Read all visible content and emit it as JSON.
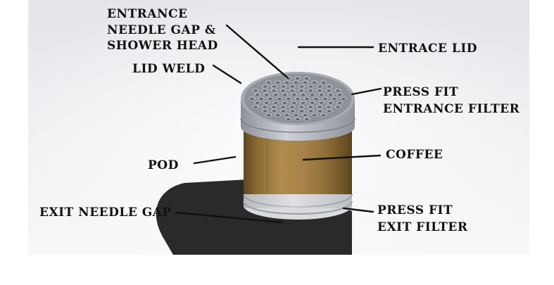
{
  "diagram": {
    "labels": {
      "entrance_needle_gap_line1": "ENTRANCE",
      "entrance_needle_gap_line2": "NEEDLE GAP &",
      "entrance_needle_gap_line3": "SHOWER HEAD",
      "lid_weld": "LID WELD",
      "entrance_lid": "ENTRACE LID",
      "press_fit_entrance_filter_line1": "PRESS FIT",
      "press_fit_entrance_filter_line2": "ENTRANCE FILTER",
      "pod": "POD",
      "coffee": "COFFEE",
      "exit_needle_gap": "EXIT NEEDLE GAP",
      "press_fit_exit_filter_line1": "PRESS FIT",
      "press_fit_exit_filter_line2": "EXIT FILTER"
    },
    "colors": {
      "background_top": "#e6e7ea",
      "background_bottom": "#f6f6f6",
      "shadow": "#2c2c2c",
      "pod_body": "#9b7a3e",
      "lid": "#8b8f96",
      "rim": "#b9bcc2",
      "hole": "#5d6168"
    }
  }
}
